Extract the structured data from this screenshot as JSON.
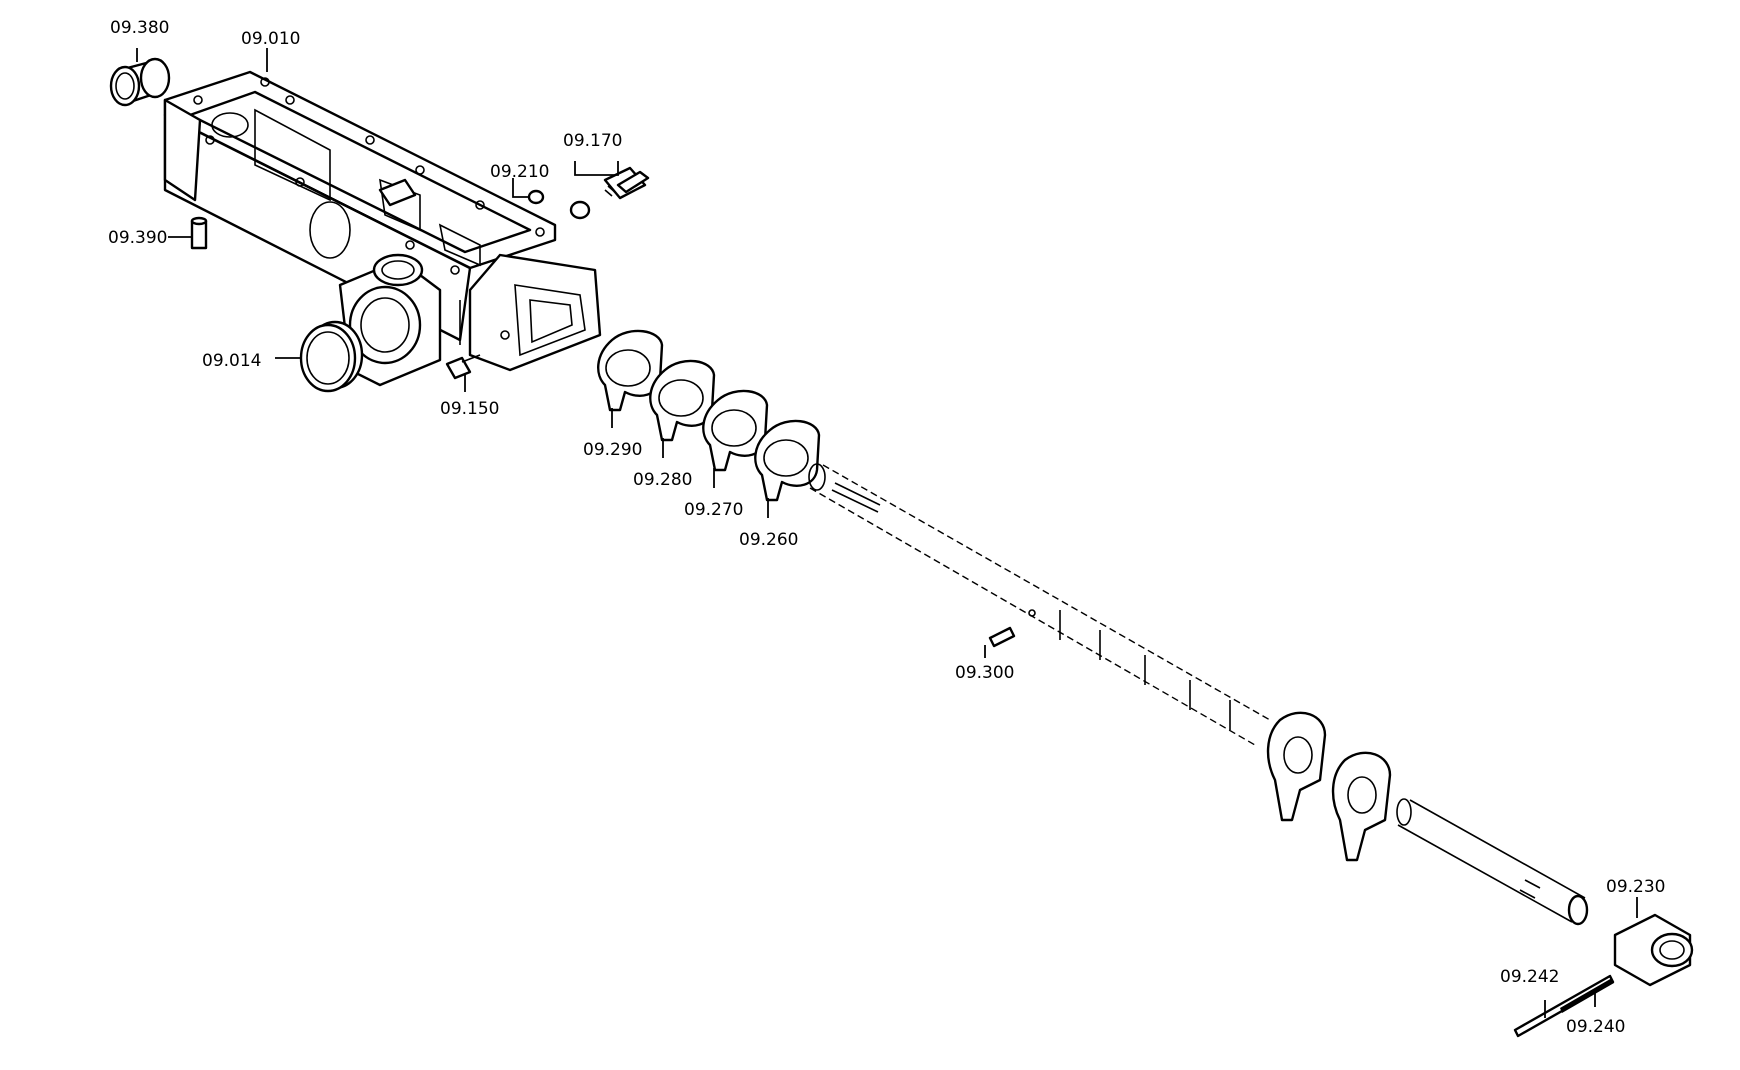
{
  "labels": {
    "p09380": "09.380",
    "p09010": "09.010",
    "p09390": "09.390",
    "p09014": "09.014",
    "p09150": "09.150",
    "p09210": "09.210",
    "p09170": "09.170",
    "p09290": "09.290",
    "p09280": "09.280",
    "p09270": "09.270",
    "p09260": "09.260",
    "p09300": "09.300",
    "p09230": "09.230",
    "p09242": "09.242",
    "p09240": "09.240"
  }
}
